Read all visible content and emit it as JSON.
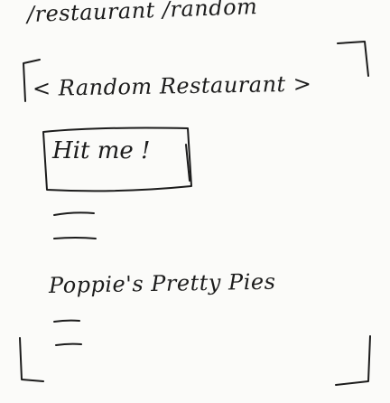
{
  "url_path": "/restaurant /random",
  "component": {
    "tag": "< Random Restaurant >"
  },
  "button": {
    "label": "Hit me !"
  },
  "result": {
    "restaurant_name": "Poppie's Pretty Pies"
  }
}
